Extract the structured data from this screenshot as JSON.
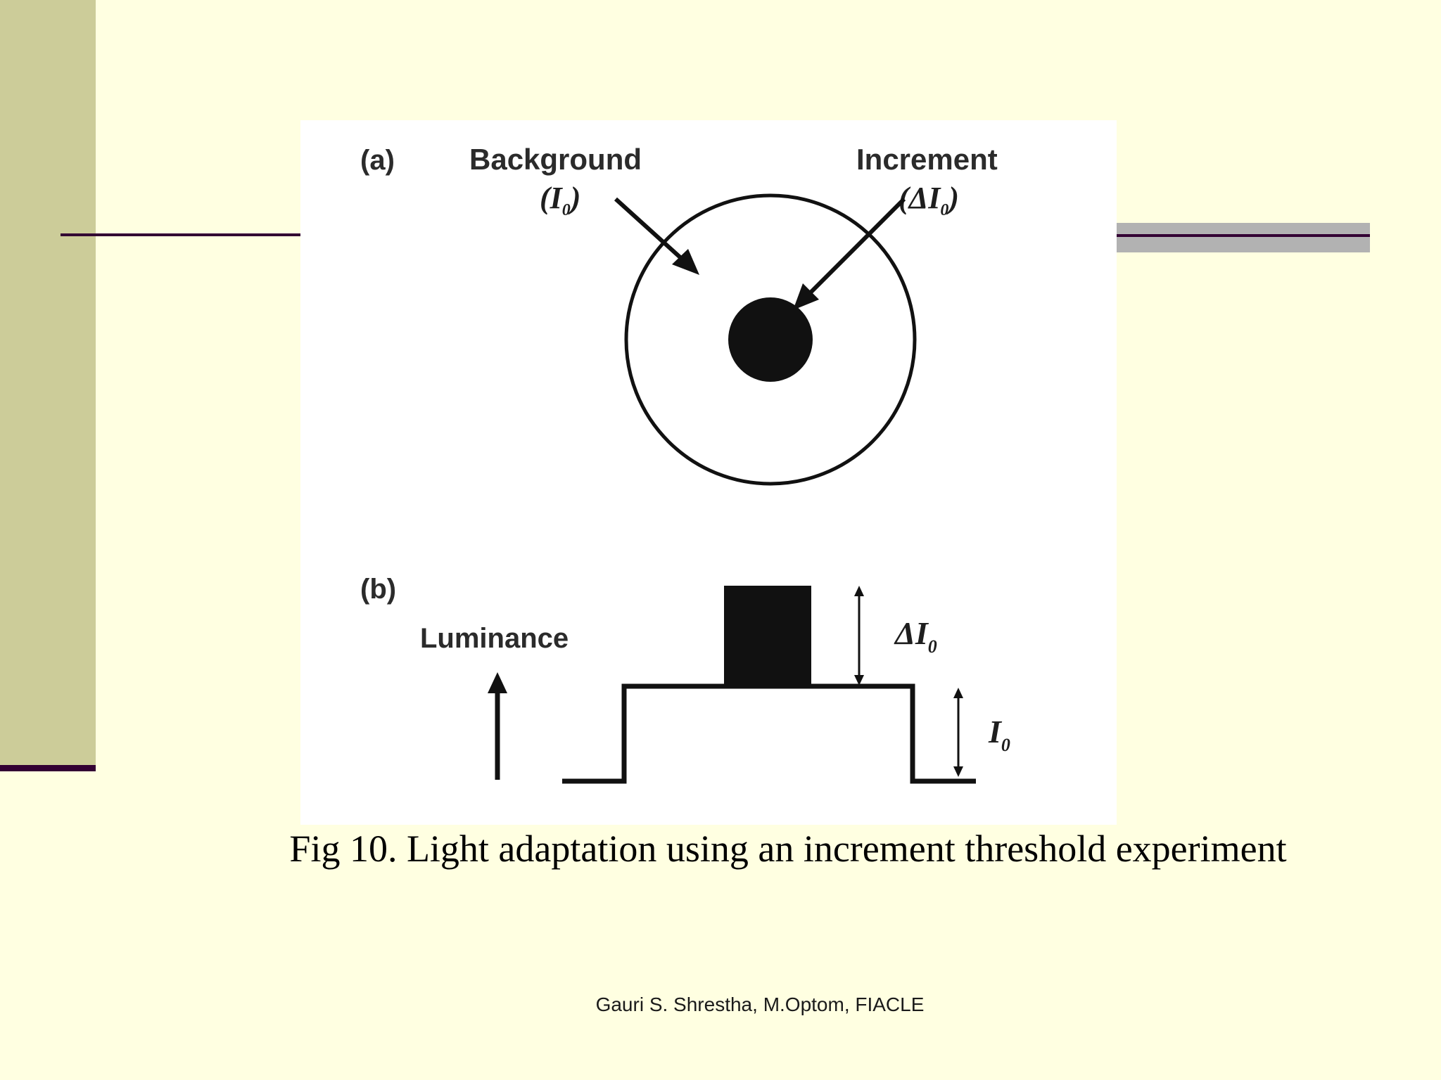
{
  "colors": {
    "slide_background": "#ffffe1",
    "left_bar": "#cccc99",
    "accent_line": "#330033",
    "gray_band": "#b2b2b2"
  },
  "figure": {
    "panel_a": {
      "label": "(a)",
      "background_label": "Background",
      "background_symbol": "(I0)",
      "increment_label": "Increment",
      "increment_symbol": "(ΔI0)"
    },
    "panel_b": {
      "label": "(b)",
      "y_axis_label": "Luminance",
      "increment_symbol": "ΔI0",
      "background_symbol": "I0"
    }
  },
  "caption": "Fig 10. Light adaptation using an increment threshold experiment",
  "footer": "Gauri S. Shrestha, M.Optom, FIACLE"
}
